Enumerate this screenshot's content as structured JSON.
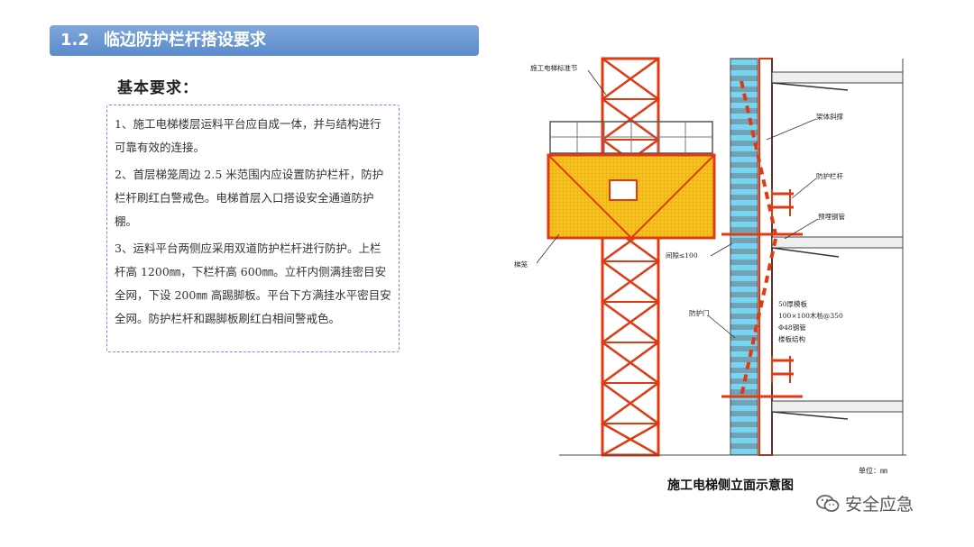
{
  "header": {
    "number": "1.2",
    "title": "临边防护栏杆搭设要求"
  },
  "section": {
    "subtitle": "基本要求："
  },
  "requirements": [
    "1、施工电梯楼层运料平台应自成一体，并与结构进行可靠有效的连接。",
    "2、首层梯笼周边 2.5 米范围内应设置防护栏杆，防护栏杆刷红白警戒色。电梯首层入口搭设安全通道防护棚。",
    "3、运料平台两侧应采用双道防护栏杆进行防护。上栏杆高 1200㎜，下栏杆高 600㎜。立杆内侧满挂密目安全网，下设 200㎜ 高踢脚板。平台下方满挂水平密目安全网。防护栏杆和踢脚板刷红白相间警戒色。"
  ],
  "diagram": {
    "labels": {
      "mast": "施工电梯标准节",
      "brace": "架体斜撑",
      "guardrail": "防护栏杆",
      "embedded_pipe": "预埋钢管",
      "gap": "间隙≤100",
      "cage": "梯笼",
      "door": "防护门",
      "spec1": "50厚模板",
      "spec2": "100×100木枋@350",
      "spec3": "Φ48钢管",
      "spec4": "楼板结构"
    },
    "caption": "施工电梯侧立面示意图",
    "unit": "单位：㎜"
  },
  "watermark": {
    "text": "安全应急",
    "icon": "wechat-icon"
  },
  "colors": {
    "title_bar": "#5b8bcb",
    "steel_red": "#e03a12",
    "cage_yellow": "#f6c21d",
    "net_blue": "#4cc6ee"
  }
}
